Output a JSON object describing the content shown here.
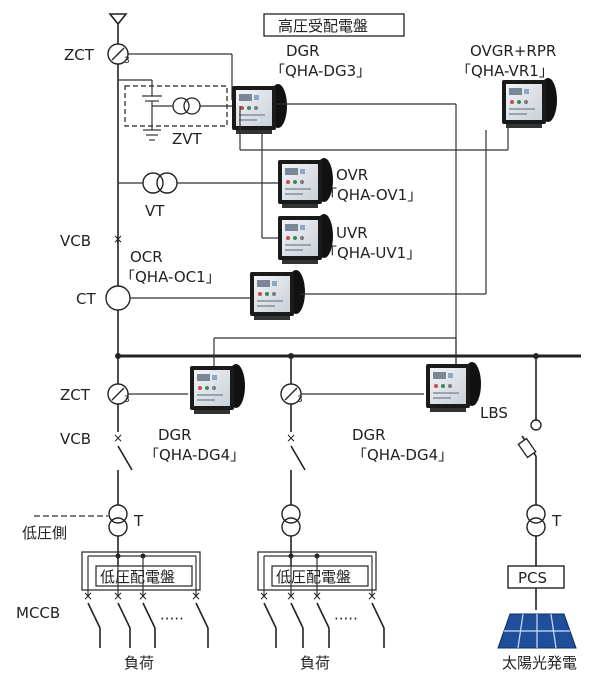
{
  "panel_title": "高圧受配電盤",
  "relays": {
    "dg3": {
      "type": "DGR",
      "model": "「QHA-DG3」"
    },
    "vr1": {
      "type": "OVGR+RPR",
      "model": "「QHA-VR1」"
    },
    "ov1": {
      "type": "OVR",
      "model": "「QHA-OV1」"
    },
    "uv1": {
      "type": "UVR",
      "model": "「QHA-UV1」"
    },
    "oc1": {
      "type": "OCR",
      "model": "「QHA-OC1」"
    },
    "dg4_left": {
      "type": "DGR",
      "model": "「QHA-DG4」"
    },
    "dg4_right": {
      "type": "DGR",
      "model": "「QHA-DG4」"
    }
  },
  "labels": {
    "zct_top": "ZCT",
    "zvt": "ZVT",
    "vt": "VT",
    "vcb_top": "VCB",
    "ct": "CT",
    "zct_bottom": "ZCT",
    "vcb_bottom": "VCB",
    "lbs": "LBS",
    "t_left": "T",
    "t_right": "T",
    "low_voltage_side": "低圧側",
    "mccb": "MCCB",
    "pcs": "PCS",
    "ct_digit": "3"
  },
  "lv_panels": [
    "低圧配電盤",
    "低圧配電盤"
  ],
  "dots": "·····",
  "loads": [
    "負荷",
    "負荷"
  ],
  "solar": "太陽光発電",
  "colors": {
    "line": "#222222",
    "relay_body": "#1a1a1a",
    "relay_face": "#dfe4ea",
    "solar_panel": "#1f4e9a"
  }
}
